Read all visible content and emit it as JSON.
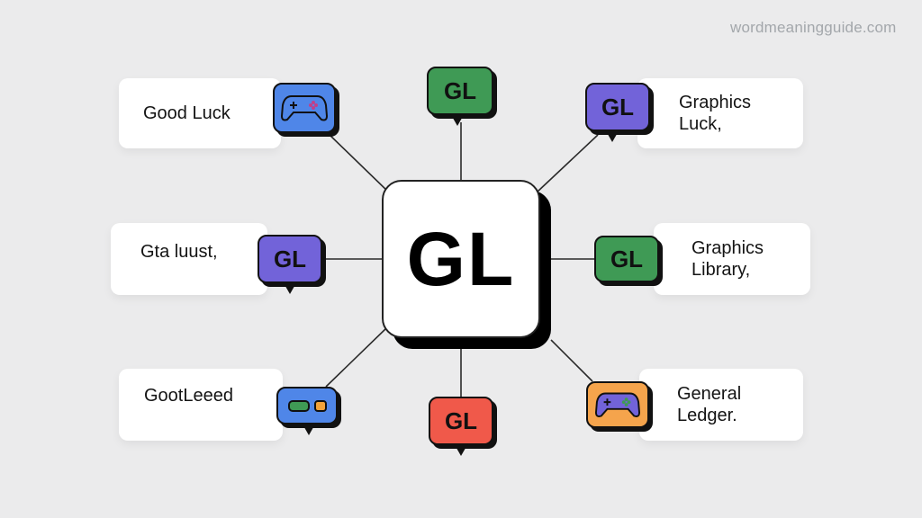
{
  "watermark": "wordmeaningguide.com",
  "center": {
    "label": "GL"
  },
  "nodes": [
    {
      "id": "top-left",
      "text_lines": [
        "Good Luck"
      ],
      "badge": {
        "type": "gamepad",
        "color": "#4f86e8"
      }
    },
    {
      "id": "top",
      "badge": {
        "type": "speech",
        "label": "GL",
        "color": "#3f9a55"
      }
    },
    {
      "id": "top-right",
      "text_lines": [
        "Graphics",
        "Luck,"
      ],
      "badge": {
        "type": "speech",
        "label": "GL",
        "color": "#7263d9"
      }
    },
    {
      "id": "mid-left",
      "text_lines": [
        "Gta luust,"
      ],
      "badge": {
        "type": "speech",
        "label": "GL",
        "color": "#7263d9"
      }
    },
    {
      "id": "mid-right",
      "text_lines": [
        "Graphics",
        "Library,"
      ],
      "badge": {
        "type": "box",
        "label": "GL",
        "color": "#3f9a55"
      }
    },
    {
      "id": "bottom-left",
      "text_lines": [
        "GootLeeed"
      ],
      "badge": {
        "type": "speech-dots",
        "color": "#4f86e8",
        "dot_colors": [
          "#3f9a55",
          "#f2a33a"
        ]
      }
    },
    {
      "id": "bottom",
      "badge": {
        "type": "speech",
        "label": "GL",
        "color": "#f0594a"
      }
    },
    {
      "id": "bottom-right",
      "text_lines": [
        "General",
        "Ledger."
      ],
      "badge": {
        "type": "gamepad",
        "color": "#f5a44c",
        "icon_color": "#7263d9"
      }
    }
  ]
}
